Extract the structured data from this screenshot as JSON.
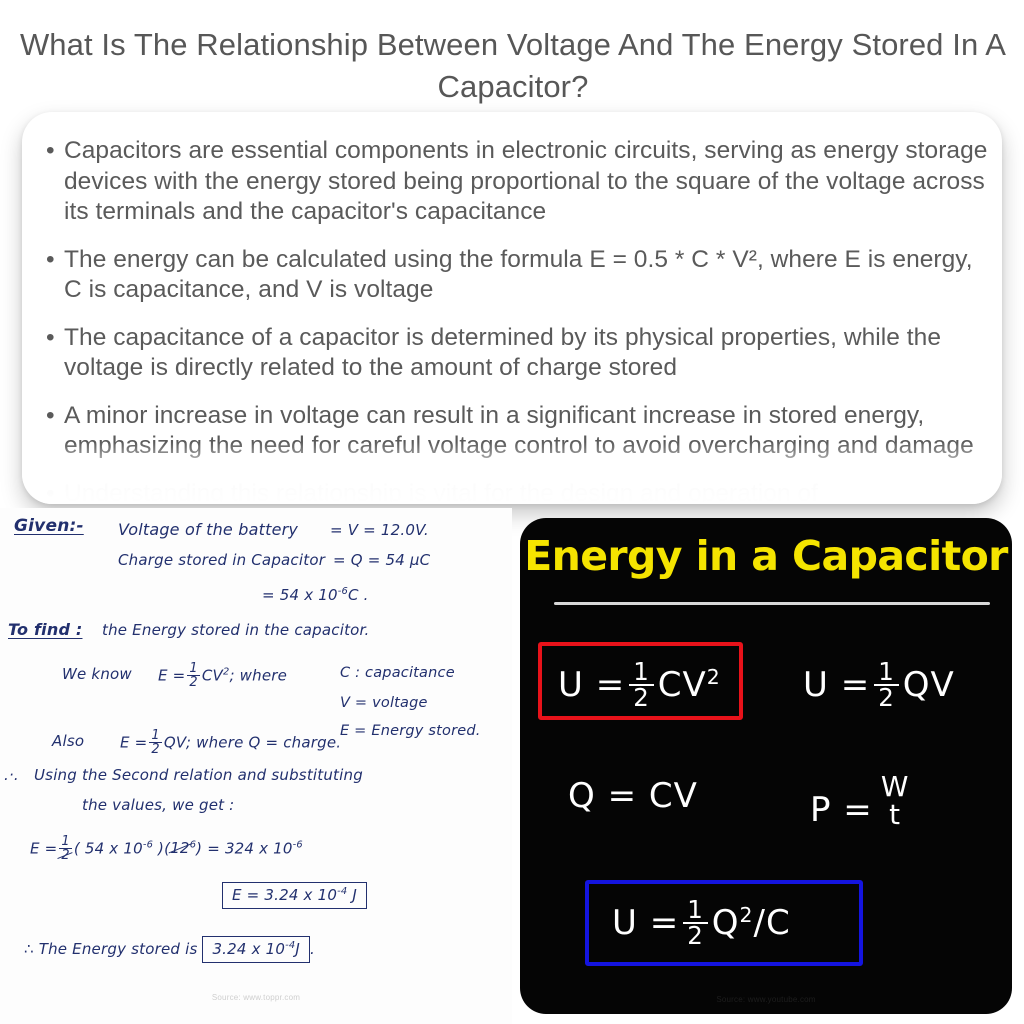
{
  "page": {
    "title": "What Is The Relationship Between Voltage And The Energy Stored In A Capacitor?",
    "background_color": "#ffffff",
    "title_color": "#575757"
  },
  "card": {
    "bullet_marker": "•",
    "bullets": [
      "Capacitors are essential components in electronic circuits, serving as energy storage devices with the energy stored being proportional to the square of the voltage across its terminals and the capacitor's capacitance",
      "The energy can be calculated using the formula E = 0.5 * C * V², where E is energy, C is capacitance, and V is voltage",
      "The capacitance of a capacitor is determined by its physical properties, while the voltage is directly related to the amount of charge stored",
      "A minor increase in voltage can result in a significant increase in stored energy, emphasizing the need for careful voltage control to avoid overcharging and damage"
    ],
    "clipped_bullet": "Understanding this relationship is vital for the design and operation of"
  },
  "notes": {
    "source": "Source: www.toppr.com",
    "ink_color": "#22306e",
    "lines": {
      "given_label": "Given:-",
      "given_1_text": "Voltage of the battery",
      "given_1_value": "= V = 12.0V.",
      "given_2_text": "Charge stored in Capacitor",
      "given_2_value": "= Q = 54 μC",
      "given_2_alt": "= 54 x 10",
      "given_2_alt_exp": "-6",
      "given_2_alt_unit": "C .",
      "tofind_label": "To find :",
      "tofind_text": "the Energy stored in the capacitor.",
      "weknow_prefix": "We know",
      "weknow_eq_lhs": "E =",
      "weknow_eq_c": "CV",
      "weknow_eq_exp": "2",
      "weknow_where": "; where",
      "where_c": "C : capacitance",
      "where_v": "V = voltage",
      "where_e": "E = Energy stored.",
      "also_prefix": "Also",
      "also_eq_lhs": "E =",
      "also_eq_q": "QV",
      "also_where": "; where Q = charge.",
      "therefore_symbol": ".·.",
      "using_line_1": "Using the Second relation and substituting",
      "using_line_2": "the values, we get :",
      "calc_lhs": "E =",
      "calc_paren1_a": "( 54 x 10",
      "calc_paren1_exp": "-6",
      "calc_paren1_b": " )",
      "calc_paren2_a": "(",
      "calc_paren2_strike": "12",
      "calc_paren2_sup": "6",
      "calc_paren2_b": ")",
      "calc_equals": "=  324  x 10",
      "calc_result_exp": "-6",
      "boxed_result_a": "E =",
      "boxed_result_b": "3.24 x 10",
      "boxed_result_exp": "-4",
      "boxed_result_unit": "J",
      "conclusion_prefix": "∴ The Energy stored is",
      "conclusion_boxed_a": "3.24 x 10",
      "conclusion_boxed_exp": "-4",
      "conclusion_boxed_unit": "J",
      "conclusion_suffix": "."
    }
  },
  "board": {
    "title": "Energy in a Capacitor",
    "title_color": "#f5e400",
    "background_color": "#050505",
    "rule_color": "#d8d8d8",
    "source": "Source: www.youtube.com",
    "red_box_color": "#e8121a",
    "blue_box_color": "#1414e0",
    "equations": {
      "eq1_lhs": "U =",
      "eq1_num": "1",
      "eq1_den": "2",
      "eq1_rhs": "CV",
      "eq1_exp": "2",
      "eq2_lhs": "U =",
      "eq2_num": "1",
      "eq2_den": "2",
      "eq2_rhs": "QV",
      "eq3": "Q = CV",
      "eq4_lhs": "P =",
      "eq4_num": "W",
      "eq4_den": "t",
      "eq5_lhs": "U =",
      "eq5_num": "1",
      "eq5_den": "2",
      "eq5_rhs_q": "Q",
      "eq5_exp": "2",
      "eq5_rhs_c": "/C"
    }
  }
}
